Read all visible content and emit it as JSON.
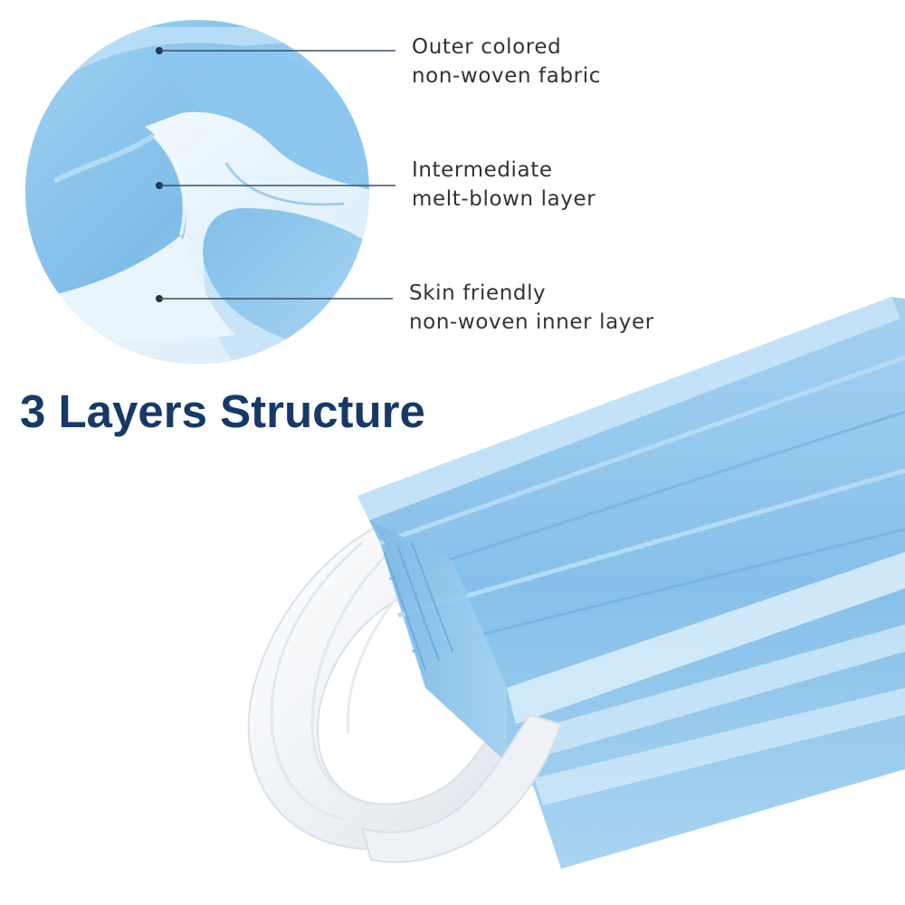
{
  "callouts": [
    {
      "line1": "Outer colored",
      "line2": "non-woven fabric"
    },
    {
      "line1": "Intermediate",
      "line2": "melt-blown layer"
    },
    {
      "line1": "Skin friendly",
      "line2": "non-woven inner layer"
    }
  ],
  "headline": "3 Layers Structure",
  "colors": {
    "headline": "#163a68",
    "callout_text": "#333333",
    "leader_line": "#3a4f68",
    "mask_blue": "#8ec3ea",
    "ear_loop": "#f2f4f7"
  },
  "icons": [
    "fabric-layers-closeup",
    "stacked-surgical-masks"
  ]
}
